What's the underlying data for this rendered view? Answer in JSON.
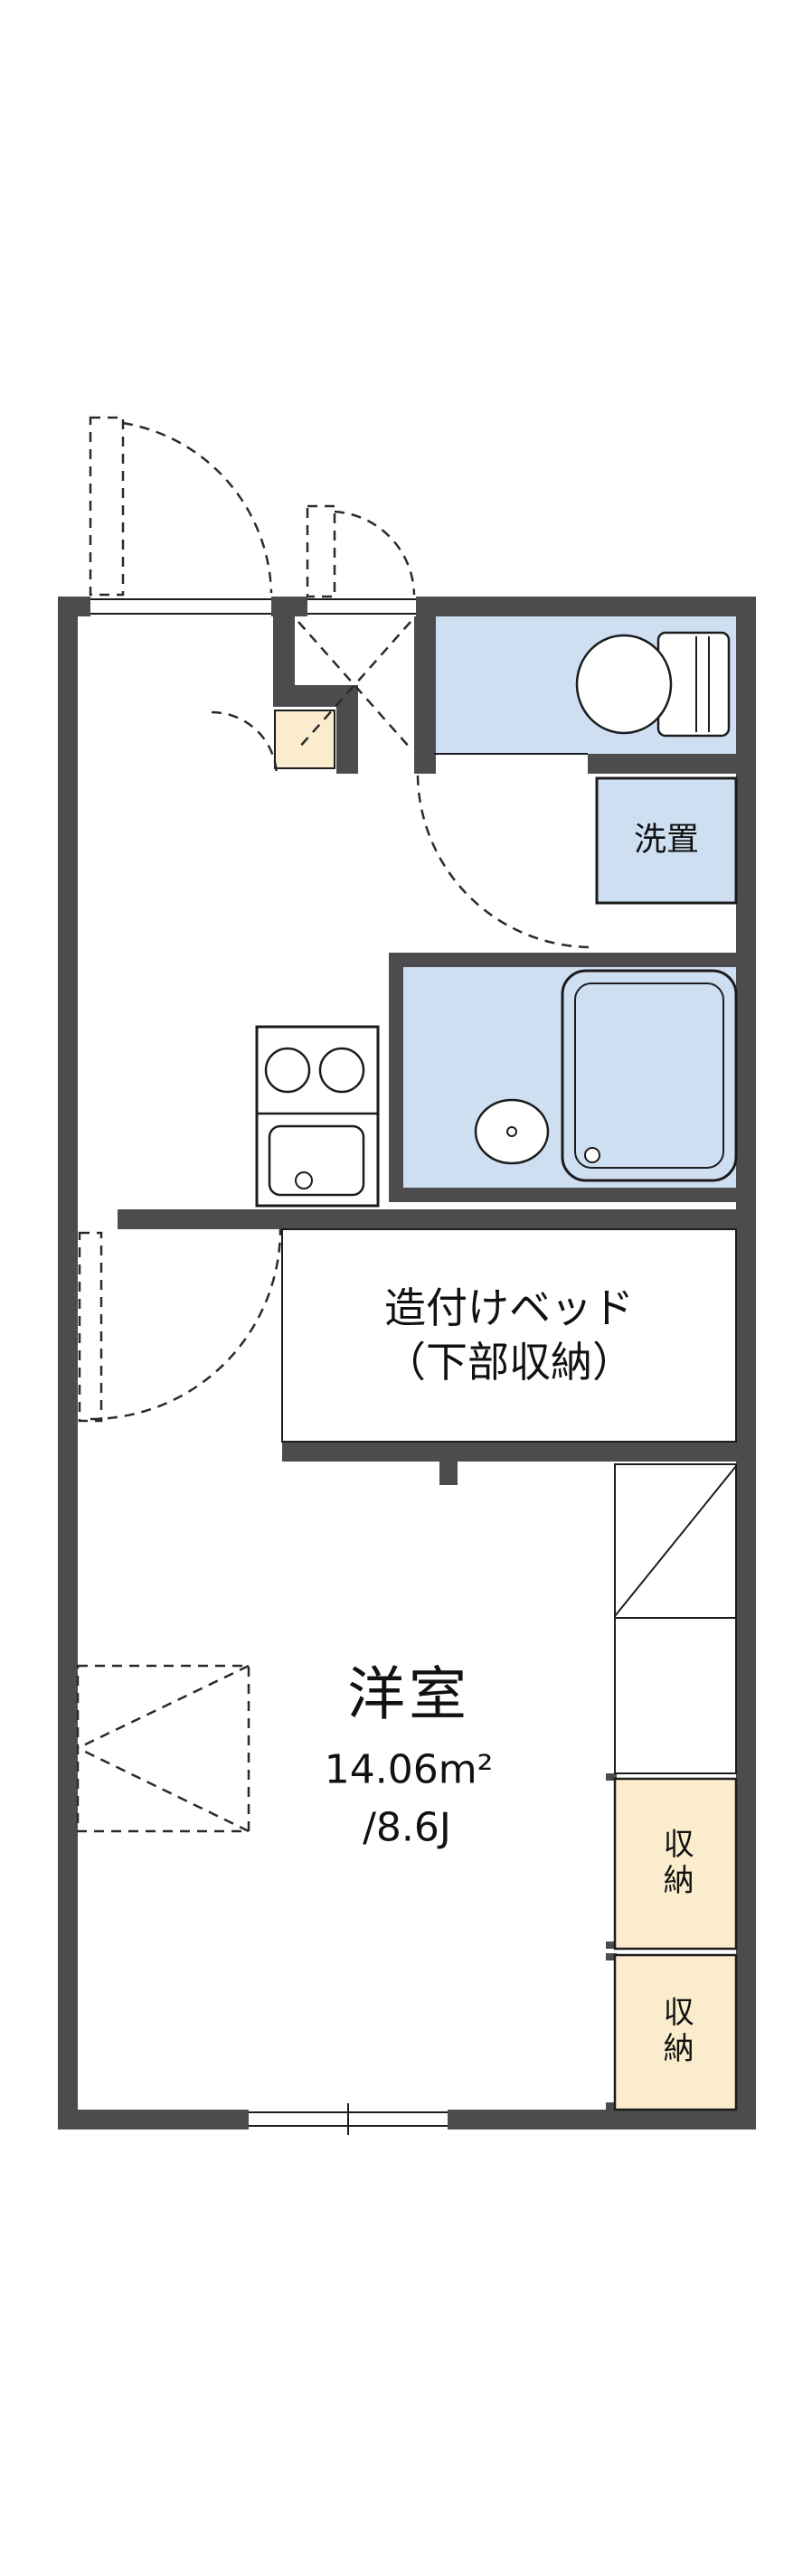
{
  "floorplan": {
    "wash_room": {
      "label": "洗置"
    },
    "built_in_bed": {
      "line1": "造付けベッド",
      "line2": "（下部収納）"
    },
    "main_room": {
      "name": "洋室",
      "area_m2": "14.06m²",
      "area_tatami": "/8.6J"
    },
    "storages": [
      {
        "label": "収納"
      },
      {
        "label": "収納"
      }
    ],
    "colors": {
      "wall": "#4c4c4e",
      "water_area_fill": "#cfdff2",
      "storage_fill": "#faeccd",
      "line": "#1c1c1c",
      "background": "#ffffff"
    }
  }
}
